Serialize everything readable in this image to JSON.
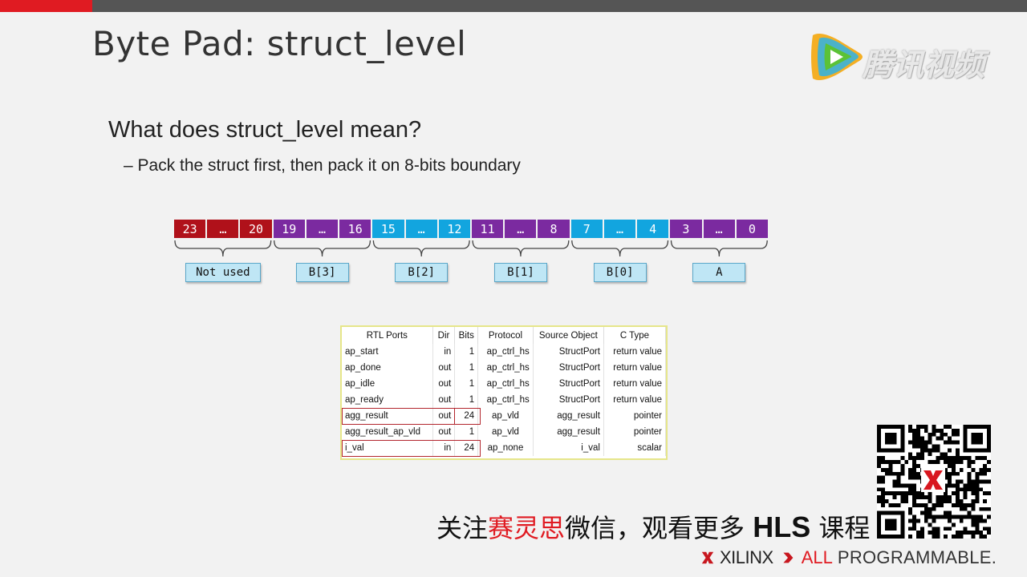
{
  "slide": {
    "title": "Byte Pad: struct_level",
    "bullet": "What does struct_level mean?",
    "sub_bullet": "– Pack the struct first, then pack it on 8-bits boundary"
  },
  "watermark": {
    "brand_text": "腾讯视频",
    "icon": "tencent-video-play-icon"
  },
  "bit_diagram": {
    "groups": [
      {
        "cells": [
          "23",
          "…",
          "20"
        ],
        "color": "#b0111a",
        "label": "Not used"
      },
      {
        "cells": [
          "19",
          "…",
          "16"
        ],
        "color": "#7b2aa0",
        "label": "B[3]"
      },
      {
        "cells": [
          "15",
          "…",
          "12"
        ],
        "color": "#12a5df",
        "label": "B[2]"
      },
      {
        "cells": [
          "11",
          "…",
          "8"
        ],
        "color": "#7b2aa0",
        "label": "B[1]"
      },
      {
        "cells": [
          "7",
          "…",
          "4"
        ],
        "color": "#12a5df",
        "label": "B[0]"
      },
      {
        "cells": [
          "3",
          "…",
          "0"
        ],
        "color": "#7b2aa0",
        "label": "A"
      }
    ]
  },
  "port_table": {
    "headers": [
      "RTL Ports",
      "Dir",
      "Bits",
      "Protocol",
      "Source Object",
      "C Type"
    ],
    "rows": [
      [
        "ap_start",
        "in",
        "1",
        "ap_ctrl_hs",
        "StructPort",
        "return value"
      ],
      [
        "ap_done",
        "out",
        "1",
        "ap_ctrl_hs",
        "StructPort",
        "return value"
      ],
      [
        "ap_idle",
        "out",
        "1",
        "ap_ctrl_hs",
        "StructPort",
        "return value"
      ],
      [
        "ap_ready",
        "out",
        "1",
        "ap_ctrl_hs",
        "StructPort",
        "return value"
      ],
      [
        "agg_result",
        "out",
        "24",
        "ap_vld",
        "agg_result",
        "pointer"
      ],
      [
        "agg_result_ap_vld",
        "out",
        "1",
        "ap_vld",
        "agg_result",
        "pointer"
      ],
      [
        "i_val",
        "in",
        "24",
        "ap_none",
        "i_val",
        "scalar"
      ]
    ],
    "highlight_color": "#b3262e"
  },
  "promo": {
    "part1": "关注",
    "part2": "赛灵思",
    "part3": "微信，观看更多 ",
    "part4": "HLS",
    "part5": " 课程"
  },
  "footer": {
    "brand": "XILINX",
    "tagline_1": "ALL",
    "tagline_2": "PROGRAMMABLE.",
    "accent": "#e01b22"
  }
}
